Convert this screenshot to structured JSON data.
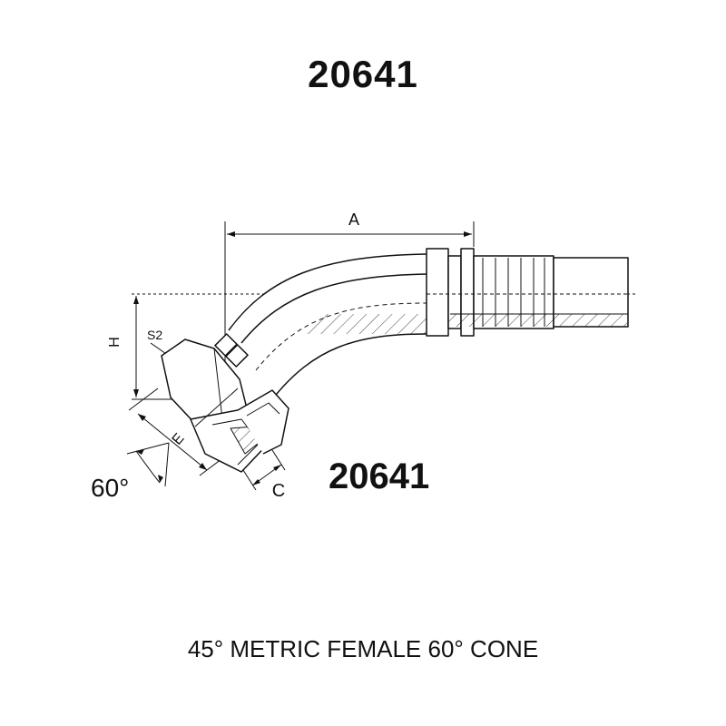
{
  "page": {
    "title": "20641",
    "caption": "45° METRIC FEMALE 60° CONE"
  },
  "drawing": {
    "part_number_label": "20641",
    "dimension_labels": {
      "a": "A",
      "h": "H",
      "s2": "S2",
      "e": "E",
      "c": "C",
      "angle": "60°"
    },
    "bend_angle_deg": 45,
    "colors": {
      "line": "#111111",
      "background": "#ffffff"
    }
  }
}
